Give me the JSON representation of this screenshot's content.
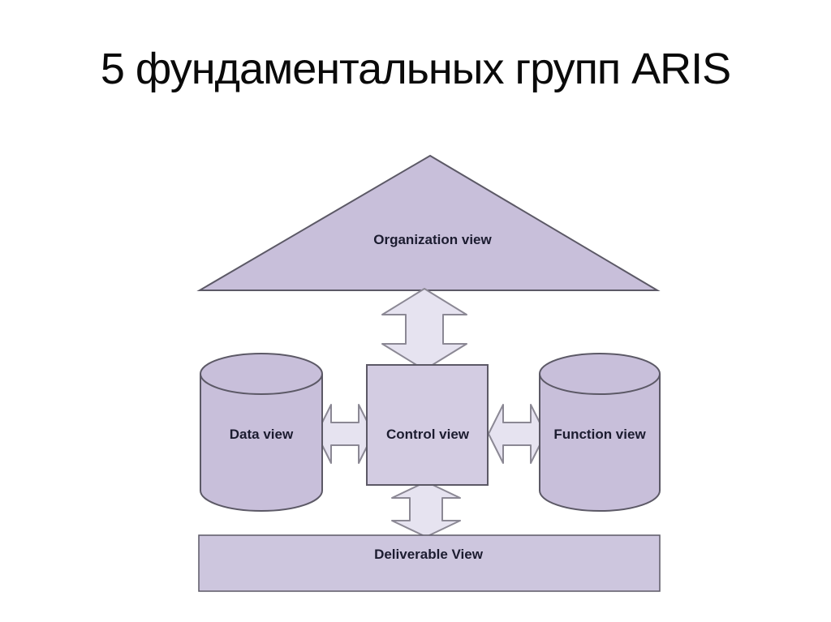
{
  "slide": {
    "title": "5 фундаментальных групп ARIS"
  },
  "diagram": {
    "name": "ARIS five views (house) diagram",
    "nodes": {
      "organization": {
        "label": "Organization view",
        "shape": "triangle"
      },
      "data": {
        "label": "Data view",
        "shape": "cylinder"
      },
      "control": {
        "label": "Control view",
        "shape": "square"
      },
      "function": {
        "label": "Function view",
        "shape": "cylinder"
      },
      "deliverable": {
        "label": "Deliverable View",
        "shape": "rectangle"
      }
    },
    "connectors": [
      {
        "from": "organization",
        "to": "control",
        "type": "double-arrow",
        "orientation": "vertical"
      },
      {
        "from": "data",
        "to": "control",
        "type": "double-arrow",
        "orientation": "horizontal"
      },
      {
        "from": "control",
        "to": "function",
        "type": "double-arrow",
        "orientation": "horizontal"
      },
      {
        "from": "control",
        "to": "deliverable",
        "type": "double-arrow",
        "orientation": "vertical"
      }
    ]
  },
  "colors": {
    "background": "#ffffff",
    "shape_fill": "#c8bfda",
    "square_fill": "#d3cce2",
    "deliverable_fill": "#cdc6de",
    "arrow_fill": "#e6e3f0",
    "outline": "#5c5966",
    "arrow_outline": "#8b8894",
    "label_text": "#1c1c30",
    "title_text": "#0a0a0a"
  }
}
